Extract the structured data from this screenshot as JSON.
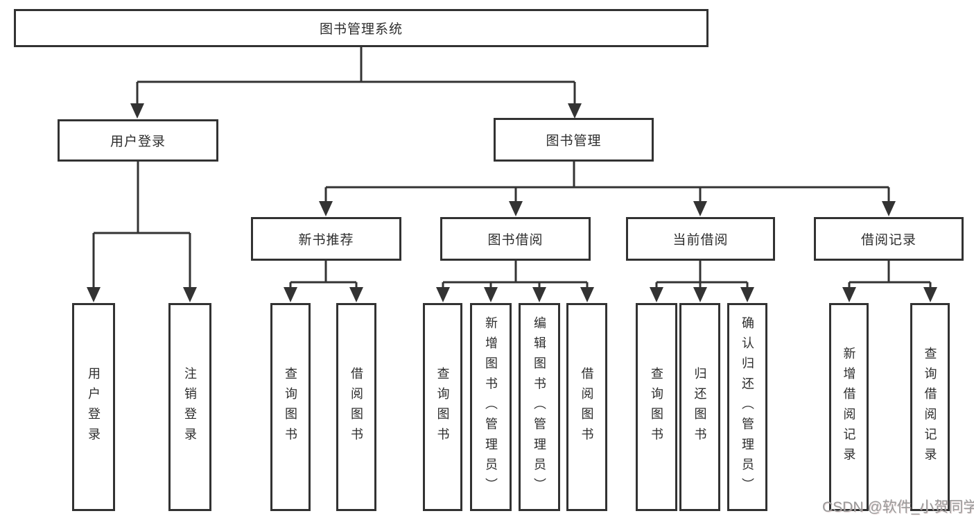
{
  "diagram_type": "tree-diagram",
  "colors": {
    "background": "#ffffff",
    "box_border": "#323232",
    "box_fill": "#ffffff",
    "line": "#333333",
    "text": "#2d2d2d",
    "watermark": "#9a9a9a"
  },
  "tree": {
    "root": {
      "label": "图书管理系统"
    },
    "branches": [
      {
        "label": "用户登录",
        "children": [
          {
            "label": "用户登录"
          },
          {
            "label": "注销登录"
          }
        ]
      },
      {
        "label": "图书管理",
        "children": [
          {
            "label": "新书推荐",
            "children": [
              {
                "label": "查询图书"
              },
              {
                "label": "借阅图书"
              }
            ]
          },
          {
            "label": "图书借阅",
            "children": [
              {
                "label": "查询图书"
              },
              {
                "label": "新增图书（管理员）"
              },
              {
                "label": "编辑图书（管理员）"
              },
              {
                "label": "借阅图书"
              }
            ]
          },
          {
            "label": "当前借阅",
            "children": [
              {
                "label": "查询图书"
              },
              {
                "label": "归还图书"
              },
              {
                "label": "确认归还（管理员）"
              }
            ]
          },
          {
            "label": "借阅记录",
            "children": [
              {
                "label": "新增借阅记录"
              },
              {
                "label": "查询借阅记录"
              }
            ]
          }
        ]
      }
    ]
  },
  "watermark": {
    "text": "CSDN @软件_小贺同学"
  }
}
